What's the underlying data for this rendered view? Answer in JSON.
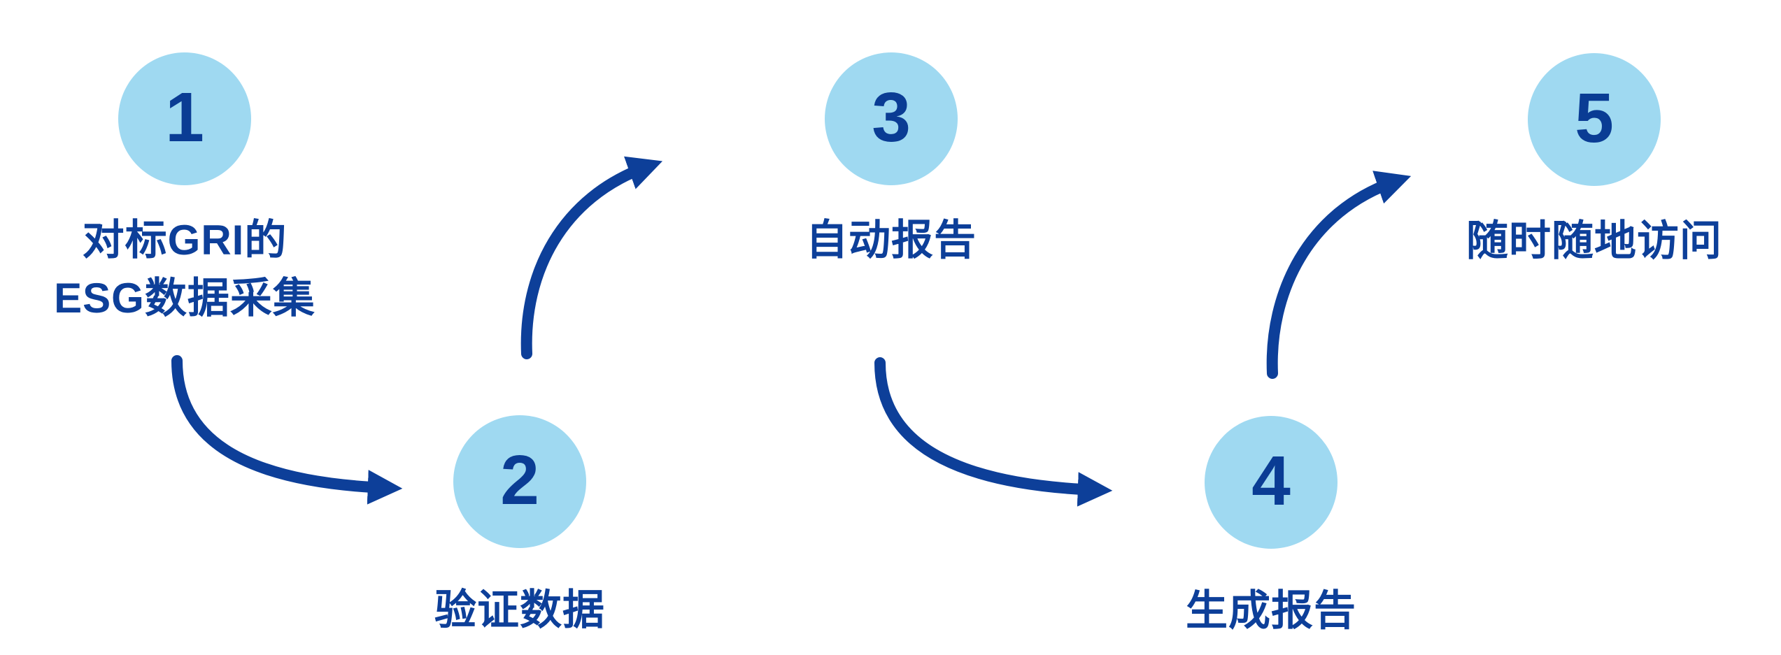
{
  "diagram": {
    "type": "process-flow",
    "background_color": "#ffffff",
    "colors": {
      "circle_fill": "#9fd9f1",
      "number_text": "#0a3c94",
      "label_text": "#0d3f99",
      "arrow": "#0d3f99"
    },
    "steps": [
      {
        "number": "1",
        "label": "对标GRI的\nESG数据采集",
        "row": "top"
      },
      {
        "number": "2",
        "label": "验证数据",
        "row": "bottom"
      },
      {
        "number": "3",
        "label": "自动报告",
        "row": "top"
      },
      {
        "number": "4",
        "label": "生成报告",
        "row": "bottom"
      },
      {
        "number": "5",
        "label": "随时随地访问",
        "row": "top"
      }
    ],
    "arrows": [
      {
        "from": "1",
        "to": "2",
        "shape": "curves down then right"
      },
      {
        "from": "2",
        "to": "3",
        "shape": "curves up then right"
      },
      {
        "from": "3",
        "to": "4",
        "shape": "curves down then right"
      },
      {
        "from": "4",
        "to": "5",
        "shape": "curves up then right"
      }
    ]
  }
}
